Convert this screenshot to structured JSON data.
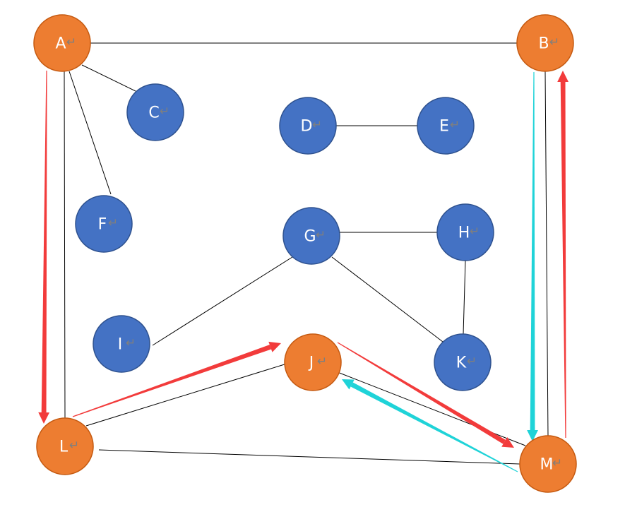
{
  "colors": {
    "orange_fill": "#ED7D31",
    "orange_stroke": "#C55A11",
    "blue_fill": "#4472C4",
    "blue_stroke": "#2F528F",
    "edge": "#000000",
    "red_arrow": "#F23B3B",
    "cyan_arrow": "#1FD3D8",
    "return_glyph": "#7f7f7f"
  },
  "return_glyph": "↵",
  "nodes": [
    {
      "id": "A",
      "label": "A",
      "color": "orange"
    },
    {
      "id": "B",
      "label": "B",
      "color": "orange"
    },
    {
      "id": "C",
      "label": "C",
      "color": "blue"
    },
    {
      "id": "D",
      "label": "D",
      "color": "blue"
    },
    {
      "id": "E",
      "label": "E",
      "color": "blue"
    },
    {
      "id": "F",
      "label": "F",
      "color": "blue"
    },
    {
      "id": "G",
      "label": "G",
      "color": "blue"
    },
    {
      "id": "H",
      "label": "H",
      "color": "blue"
    },
    {
      "id": "I",
      "label": "I",
      "color": "blue"
    },
    {
      "id": "J",
      "label": "J",
      "color": "orange"
    },
    {
      "id": "K",
      "label": "K",
      "color": "blue"
    },
    {
      "id": "L",
      "label": "L",
      "color": "orange"
    },
    {
      "id": "M",
      "label": "M",
      "color": "orange"
    }
  ],
  "edges": [
    {
      "from": "A",
      "to": "B"
    },
    {
      "from": "A",
      "to": "C"
    },
    {
      "from": "A",
      "to": "F"
    },
    {
      "from": "A",
      "to": "L"
    },
    {
      "from": "D",
      "to": "E"
    },
    {
      "from": "G",
      "to": "H"
    },
    {
      "from": "G",
      "to": "I"
    },
    {
      "from": "G",
      "to": "K"
    },
    {
      "from": "H",
      "to": "K"
    },
    {
      "from": "L",
      "to": "J"
    },
    {
      "from": "L",
      "to": "M"
    },
    {
      "from": "J",
      "to": "M"
    },
    {
      "from": "B",
      "to": "M"
    }
  ],
  "paths": [
    {
      "from": "A",
      "to": "L",
      "color": "red"
    },
    {
      "from": "L",
      "to": "J",
      "color": "red"
    },
    {
      "from": "J",
      "to": "M",
      "color": "red"
    },
    {
      "from": "M",
      "to": "B",
      "color": "red"
    },
    {
      "from": "B",
      "to": "M",
      "color": "cyan"
    },
    {
      "from": "M",
      "to": "J",
      "color": "cyan"
    }
  ]
}
